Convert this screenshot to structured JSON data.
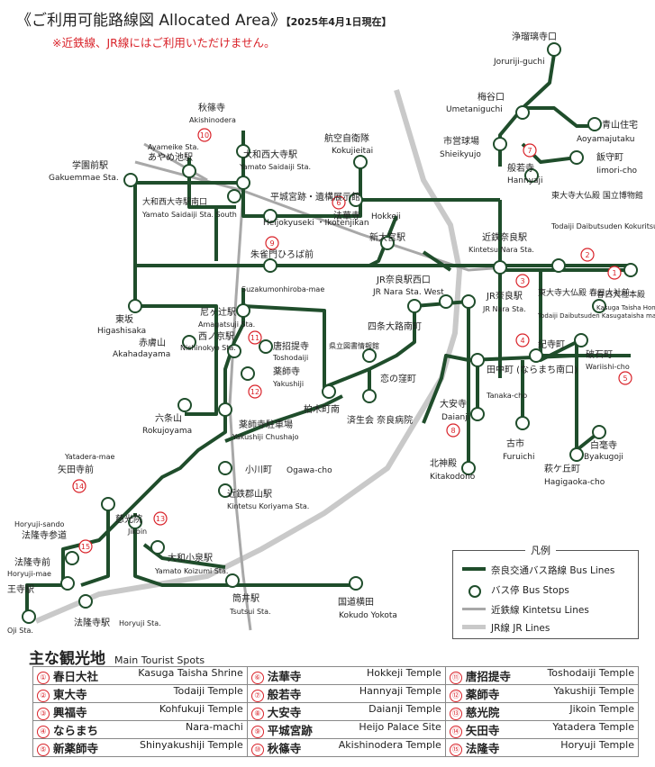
{
  "header": {
    "title": "《ご利用可能路線図 Allocated Area》",
    "date": "【2025年4月1日現在】",
    "warning": "※近鉄線、JR線にはご利用いただけません。"
  },
  "colors": {
    "bus": "#1f4d2b",
    "red": "#d9232a",
    "kintetsu": "#a8a8a8",
    "jr": "#c9c9c9"
  },
  "stations": [
    {
      "id": "joruriji",
      "ja": "浄瑠璃寺口",
      "en": "Joruriji-guchi"
    },
    {
      "id": "umetani",
      "ja": "梅谷口",
      "en": "Umetaniguchi"
    },
    {
      "id": "aoyama",
      "ja": "青山住宅",
      "en": "Aoyamajutaku"
    },
    {
      "id": "iimori",
      "ja": "飯守町",
      "en": "Iimori-cho"
    },
    {
      "id": "shieikyujo",
      "ja": "市営球場",
      "en": "Shieikyujo"
    },
    {
      "id": "hannyaji",
      "ja": "般若寺",
      "en": "Hannyaji"
    },
    {
      "id": "todaiji_museum",
      "ja": "東大寺大仏殿 国立博物館",
      "en": "Todaiji Daibutsuden Kokuritsu Hakubutsukan"
    },
    {
      "id": "kintetsu_nara",
      "ja": "近鉄奈良駅",
      "en": "Kintetsu Nara Sta."
    },
    {
      "id": "kasuga",
      "ja": "春日大社本殿",
      "en": "Kasuga Taisha Honden"
    },
    {
      "id": "todaiji_kasuga",
      "ja": "東大寺大仏殿 春日大社前",
      "en": "Todaiji Daibutsuden Kasugataisha mae"
    },
    {
      "id": "jr_nara",
      "ja": "JR奈良駅",
      "en": "JR Nara Sta."
    },
    {
      "id": "kitabatake",
      "ja": "紀寺町",
      "en": ""
    },
    {
      "id": "wariishi",
      "ja": "破石町",
      "en": "Wariishi-cho"
    },
    {
      "id": "tanakacho",
      "ja": "田中町 (ならまち南口)",
      "en": "Tanaka-cho"
    },
    {
      "id": "daianji",
      "ja": "大安寺",
      "en": "Daianji"
    },
    {
      "id": "furuichi",
      "ja": "古市",
      "en": "Furuichi"
    },
    {
      "id": "byakugoji",
      "ja": "白毫寺",
      "en": "Byakugoji"
    },
    {
      "id": "hagigaoka",
      "ja": "萩ケ丘町",
      "en": "Hagigaoka-cho"
    },
    {
      "id": "kitakodono",
      "ja": "北神殿",
      "en": "Kitakodono"
    },
    {
      "id": "kokuitei",
      "ja": "航空自衛隊",
      "en": "Kokujieitai"
    },
    {
      "id": "hokkeji",
      "ja": "法華寺",
      "en": "Hokkeji"
    },
    {
      "id": "shinomiya",
      "ja": "新大宮駅",
      "en": ""
    },
    {
      "id": "jr_nishi",
      "ja": "JR奈良駅西口",
      "en": "JR Nara Sta. West"
    },
    {
      "id": "heijokyu",
      "ja": "平城宮跡・遺構展示館",
      "en": "Heijokyuseki ・Ikotenjikan"
    },
    {
      "id": "suzaku",
      "ja": "朱雀門ひろば前",
      "en": "Suzakumonhiroba-mae"
    },
    {
      "id": "akishinodera",
      "ja": "秋篠寺",
      "en": "Akishinodera"
    },
    {
      "id": "saidaiji",
      "ja": "大和西大寺駅",
      "en": "Yamato Saidaiji Sta."
    },
    {
      "id": "ayameike",
      "ja": "あやめ池駅",
      "en": "Ayameike Sta."
    },
    {
      "id": "gakuen",
      "ja": "学園前駅",
      "en": "Gakuemmae Sta."
    },
    {
      "id": "saidaiji_south",
      "ja": "大和西大寺駅南口",
      "en": "Yamato Saidaiji Sta. South"
    },
    {
      "id": "amagatsuji",
      "ja": "尼ヶ辻駅",
      "en": "Amagatsuji Sta."
    },
    {
      "id": "shijo",
      "ja": "四条大路南町",
      "en": ""
    },
    {
      "id": "library",
      "ja": "県立図書情報館",
      "en": ""
    },
    {
      "id": "koinokubo",
      "ja": "恋の窪町",
      "en": ""
    },
    {
      "id": "kashiwagi",
      "ja": "柏木町南",
      "en": ""
    },
    {
      "id": "saiseikai",
      "ja": "済生会 奈良病院",
      "en": ""
    },
    {
      "id": "higashisaka",
      "ja": "東坂",
      "en": "Higashisaka"
    },
    {
      "id": "akahadayama",
      "ja": "赤膚山",
      "en": "Akahadayama"
    },
    {
      "id": "nishinokyo",
      "ja": "西ノ京駅",
      "en": "Nishinokyo Sta."
    },
    {
      "id": "toshodaiji",
      "ja": "唐招提寺",
      "en": "Toshodaiji"
    },
    {
      "id": "yakushiji",
      "ja": "薬師寺",
      "en": "Yakushiji"
    },
    {
      "id": "rokujo",
      "ja": "六条山",
      "en": "Rokujoyama"
    },
    {
      "id": "yakushiji_parking",
      "ja": "薬師寺駐車場",
      "en": "Yakushiji Chushajo"
    },
    {
      "id": "ogawa",
      "ja": "小川町",
      "en": "Ogawa-cho"
    },
    {
      "id": "koriyama",
      "ja": "近鉄郡山駅",
      "en": "Kintetsu Koriyama Sta."
    },
    {
      "id": "yataderamae",
      "ja": "矢田寺前",
      "en": "Yatadera-mae"
    },
    {
      "id": "jikoin",
      "ja": "慈光院",
      "en": "Jikoin"
    },
    {
      "id": "koizumi",
      "ja": "大和小泉駅",
      "en": "Yamato Koizumi Sta."
    },
    {
      "id": "horyuji_sando",
      "ja": "法隆寺参道",
      "en": "Horyuji-sando"
    },
    {
      "id": "horyujimae",
      "ja": "法隆寺前",
      "en": "Horyuji-mae"
    },
    {
      "id": "oji",
      "ja": "王寺駅",
      "en": "Oji Sta."
    },
    {
      "id": "horyuji_sta",
      "ja": "法隆寺駅",
      "en": "Horyuji Sta."
    },
    {
      "id": "tsutsui",
      "ja": "筒井駅",
      "en": "Tsutsui Sta."
    },
    {
      "id": "yokota",
      "ja": "国道横田",
      "en": "Kokudo Yokota"
    }
  ],
  "legend": {
    "title": "凡例",
    "items": [
      {
        "ja": "奈良交通バス路線",
        "en": "Bus Lines"
      },
      {
        "ja": "バス停",
        "en": "Bus Stops"
      },
      {
        "ja": "近鉄線",
        "en": "Kintetsu Lines"
      },
      {
        "ja": "JR線",
        "en": "JR Lines"
      }
    ]
  },
  "spots": {
    "title": "主な観光地",
    "subtitle": "Main Tourist Spots",
    "items": [
      {
        "n": "①",
        "ja": "春日大社",
        "en": "Kasuga Taisha Shrine"
      },
      {
        "n": "②",
        "ja": "東大寺",
        "en": "Todaiji Temple"
      },
      {
        "n": "③",
        "ja": "興福寺",
        "en": "Kohfukuji Temple"
      },
      {
        "n": "④",
        "ja": "ならまち",
        "en": "Nara-machi"
      },
      {
        "n": "⑤",
        "ja": "新薬師寺",
        "en": "Shinyakushiji Temple"
      },
      {
        "n": "⑥",
        "ja": "法華寺",
        "en": "Hokkeji Temple"
      },
      {
        "n": "⑦",
        "ja": "般若寺",
        "en": "Hannyaji Temple"
      },
      {
        "n": "⑧",
        "ja": "大安寺",
        "en": "Daianji Temple"
      },
      {
        "n": "⑨",
        "ja": "平城宮跡",
        "en": "Heijo Palace Site"
      },
      {
        "n": "⑩",
        "ja": "秋篠寺",
        "en": "Akishinodera Temple"
      },
      {
        "n": "⑪",
        "ja": "唐招提寺",
        "en": "Toshodaiji Temple"
      },
      {
        "n": "⑫",
        "ja": "薬師寺",
        "en": "Yakushiji Temple"
      },
      {
        "n": "⑬",
        "ja": "慈光院",
        "en": "Jikoin Temple"
      },
      {
        "n": "⑭",
        "ja": "矢田寺",
        "en": "Yatadera Temple"
      },
      {
        "n": "⑮",
        "ja": "法隆寺",
        "en": "Horyuji Temple"
      }
    ]
  }
}
